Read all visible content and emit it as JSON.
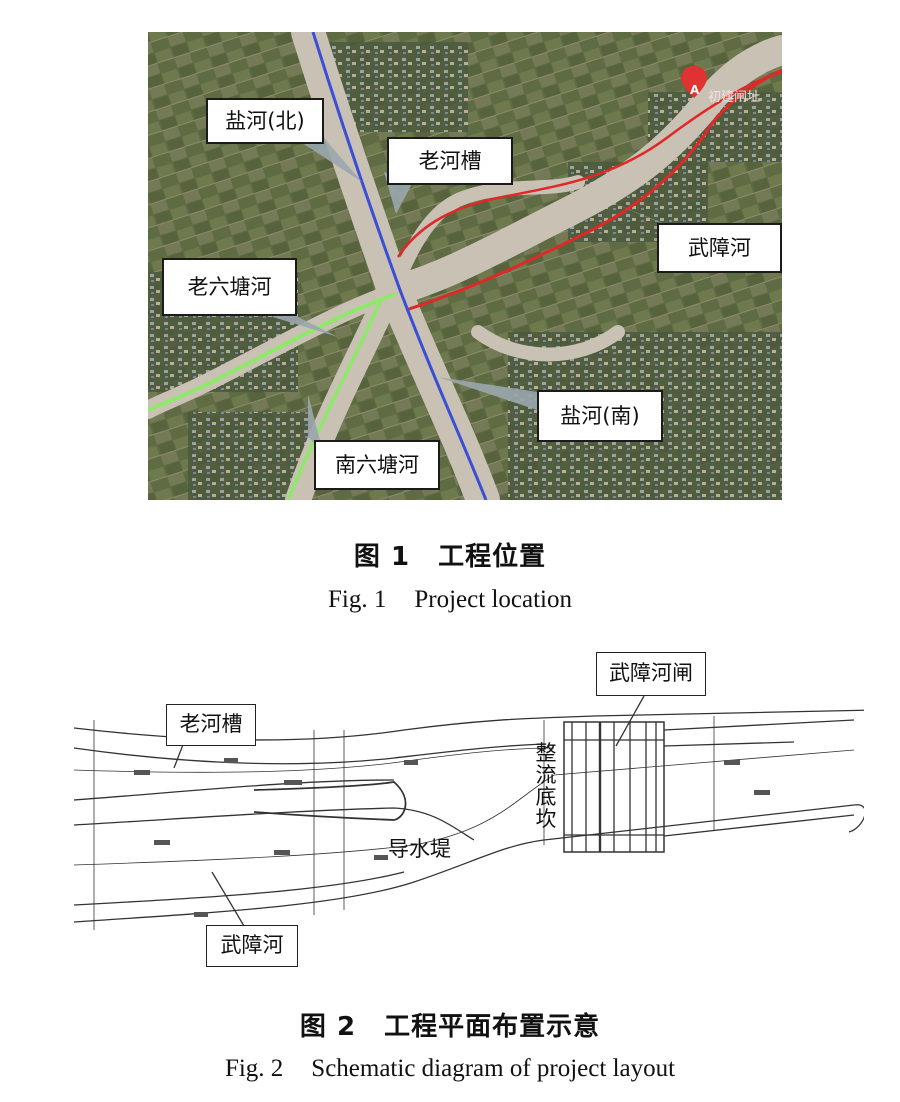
{
  "figure1": {
    "labels": {
      "yanhe_north": "盐河(北)",
      "laohecao": "老河槽",
      "wuzhanghe": "武障河",
      "laoliutanghe": "老六塘河",
      "yanhe_south": "盐河(南)",
      "nanliutanghe": "南六塘河"
    },
    "map_marker": {
      "letter": "A",
      "text": "初建闸址"
    },
    "caption_zh_num": "图 1",
    "caption_zh": "工程位置",
    "caption_en_num": "Fig. 1",
    "caption_en": "Project location",
    "colors": {
      "red_line": "#e02828",
      "blue_line": "#3a4fd6",
      "green_line": "#8ee86a",
      "river": "#c9c2b4"
    }
  },
  "figure2": {
    "labels": {
      "sluice": "武障河闸",
      "laohecao": "老河槽",
      "weir_1": "整",
      "weir_2": "流",
      "weir_3": "底",
      "weir_4": "坎",
      "dike": "导水堤",
      "wuzhanghe": "武障河"
    },
    "caption_zh_num": "图 2",
    "caption_zh": "工程平面布置示意",
    "caption_en_num": "Fig. 2",
    "caption_en": "Schematic diagram of project layout"
  }
}
